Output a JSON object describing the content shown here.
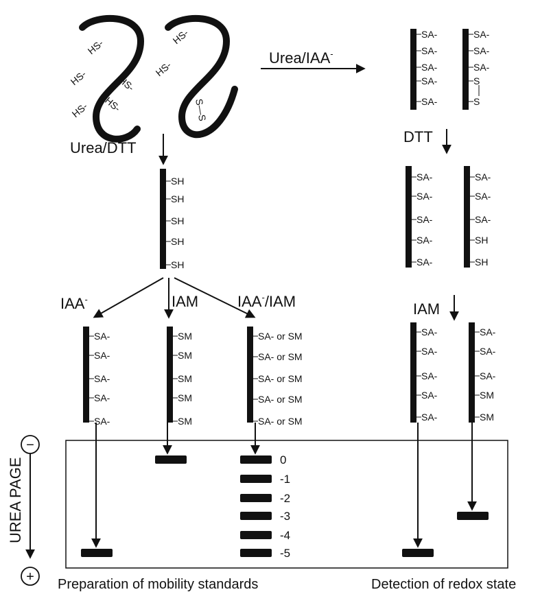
{
  "labels": {
    "urea_iaa": "Urea/IAA",
    "urea_iaa_sup": "-",
    "urea_dtt": "Urea/DTT",
    "dtt": "DTT",
    "iam_right": "IAM",
    "iaa_branch": "IAA",
    "iaa_branch_sup": "-",
    "iam_branch": "IAM",
    "iaa_iam_branch_a": "IAA",
    "iaa_iam_branch_sup": "-",
    "iaa_iam_branch_b": "/IAM",
    "urea_page": "UREA PAGE",
    "minus_symbol": "−",
    "plus_symbol": "+",
    "caption_left": "Preparation of mobility standards",
    "caption_right": "Detection of redox state"
  },
  "protein_hs_labels": [
    "HS-",
    "HS-",
    "HS-",
    "HS-",
    "HS-",
    "HS-",
    "HS-",
    "S—S"
  ],
  "chain_top_right_a": [
    "SA-",
    "SA-",
    "SA-",
    "SA-",
    "SA-"
  ],
  "chain_top_right_b": [
    "SA-",
    "SA-",
    "SA-",
    "S",
    "S"
  ],
  "chain_reduced": [
    "SH",
    "SH",
    "SH",
    "SH",
    "SH"
  ],
  "chain_dtt_right_a": [
    "SA-",
    "SA-",
    "SA-",
    "SA-",
    "SA-"
  ],
  "chain_dtt_right_b": [
    "SA-",
    "SA-",
    "SA-",
    "SH",
    "SH"
  ],
  "chain_iaa": [
    "SA-",
    "SA-",
    "SA-",
    "SA-",
    "SA-"
  ],
  "chain_iam": [
    "SM",
    "SM",
    "SM",
    "SM",
    "SM"
  ],
  "chain_mix": [
    "SA- or SM",
    "SA- or SM",
    "SA- or SM",
    "SA- or SM",
    "SA- or SM"
  ],
  "chain_final_right_a": [
    "SA-",
    "SA-",
    "SA-",
    "SA-",
    "SA-"
  ],
  "chain_final_right_b": [
    "SA-",
    "SA-",
    "SA-",
    "SM",
    "SM"
  ],
  "ladder_labels": [
    "0",
    "-1",
    "-2",
    "-3",
    "-4",
    "-5"
  ]
}
